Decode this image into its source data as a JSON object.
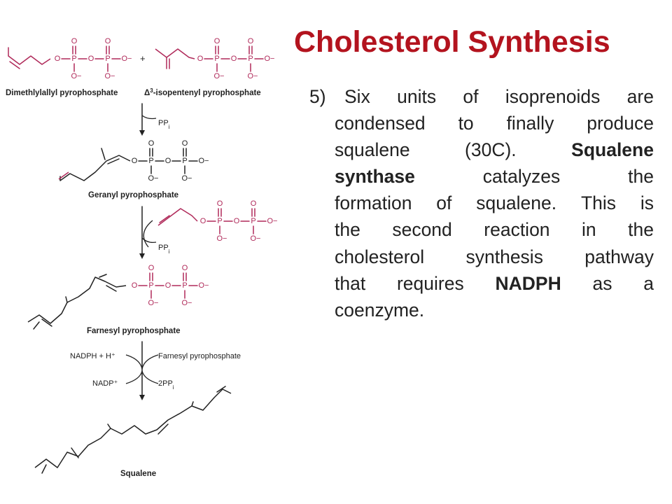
{
  "title": "Cholesterol Synthesis",
  "body": {
    "number": "5)",
    "lines": [
      [
        "Six",
        "units",
        "of",
        "isoprenoids",
        "are"
      ],
      [
        "condensed",
        "to",
        "finally",
        "produce"
      ],
      [
        "squalene",
        "(30C).",
        "Squalene"
      ],
      [
        "synthase",
        "catalyzes",
        "the"
      ],
      [
        "formation",
        "of",
        "squalene.",
        "This",
        "is"
      ],
      [
        "the",
        "second",
        "reaction",
        "in",
        "the"
      ],
      [
        "cholesterol",
        "synthesis",
        "pathway"
      ],
      [
        "that",
        "requires",
        "NADPH",
        "as",
        "a"
      ],
      [
        "coenzyme."
      ]
    ],
    "bold_terms": [
      "Squalene",
      "synthase",
      "NADPH"
    ]
  },
  "diagram": {
    "labels": {
      "dmapp": "Dimethlylallyl pyrophosphate",
      "ipp_prefix": "Δ",
      "ipp_sup": "3",
      "ipp_rest": "-isopentenyl pyrophosphate",
      "geranyl": "Geranyl pyrophosphate",
      "farnesyl": "Farnesyl pyrophosphate",
      "squalene": "Squalene",
      "plus": "+",
      "ppi": "PP",
      "ppi_sub": "i",
      "nadph": "NADPH + H⁺",
      "farnesyl_in": "Farnesyl pyrophosphate",
      "nadp": "NADP⁺",
      "two_ppi": "2PP",
      "two_ppi_sub": "i"
    },
    "atoms": {
      "o": "O",
      "p": "P",
      "o_minus": "O−"
    }
  },
  "colors": {
    "title": "#b3131e",
    "text": "#222222",
    "pyrophosphate": "#b02a5a",
    "skeleton": "#222222"
  }
}
